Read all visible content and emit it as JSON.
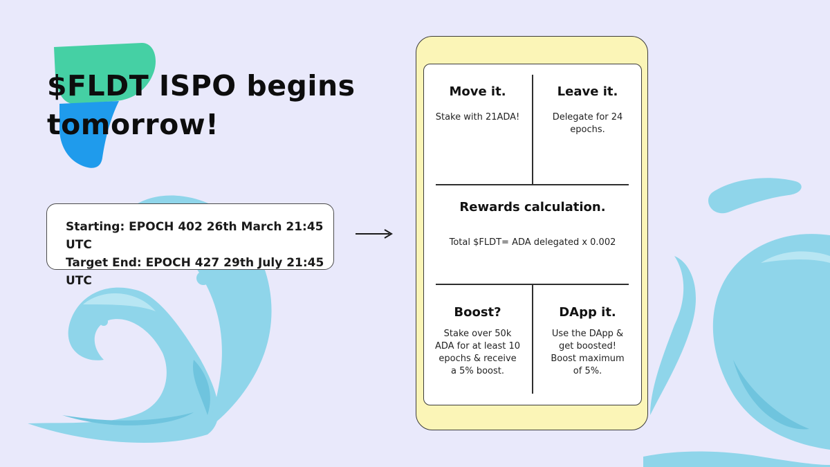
{
  "headline": {
    "line1": "$FLDT ISPO begins",
    "line2": "tomorrow!"
  },
  "dates": {
    "starting": "Starting: EPOCH 402 26th March 21:45 UTC",
    "target_end": "Target End: EPOCH 427 29th July 21:45 UTC"
  },
  "cards": {
    "move": {
      "title": "Move it.",
      "body": "Stake with 21ADA!"
    },
    "leave": {
      "title": "Leave it.",
      "body_line1": "Delegate for 24",
      "body_line2": "epochs."
    },
    "rewards": {
      "title": "Rewards calculation.",
      "body": "Total $FLDT= ADA delegated x 0.002"
    },
    "boost": {
      "title": "Boost?",
      "body_lines": [
        "Stake over 50k",
        "ADA for at least 10",
        "epochs & receive",
        "a 5% boost."
      ]
    },
    "dapp": {
      "title": "DApp it.",
      "body_lines": [
        "Use the DApp &",
        "get boosted!",
        "Boost maximum",
        "of 5%."
      ]
    }
  },
  "colors": {
    "background": "#e9e9fb",
    "logo_green": "#45d0a4",
    "logo_blue": "#1f9bec",
    "wave": "#8fd5ea",
    "phone_frame": "#fbf5b7"
  },
  "icons": {
    "logo": "fldt-logo-icon",
    "arrow": "arrow-right-icon",
    "wave": "splash-wave-icon"
  }
}
